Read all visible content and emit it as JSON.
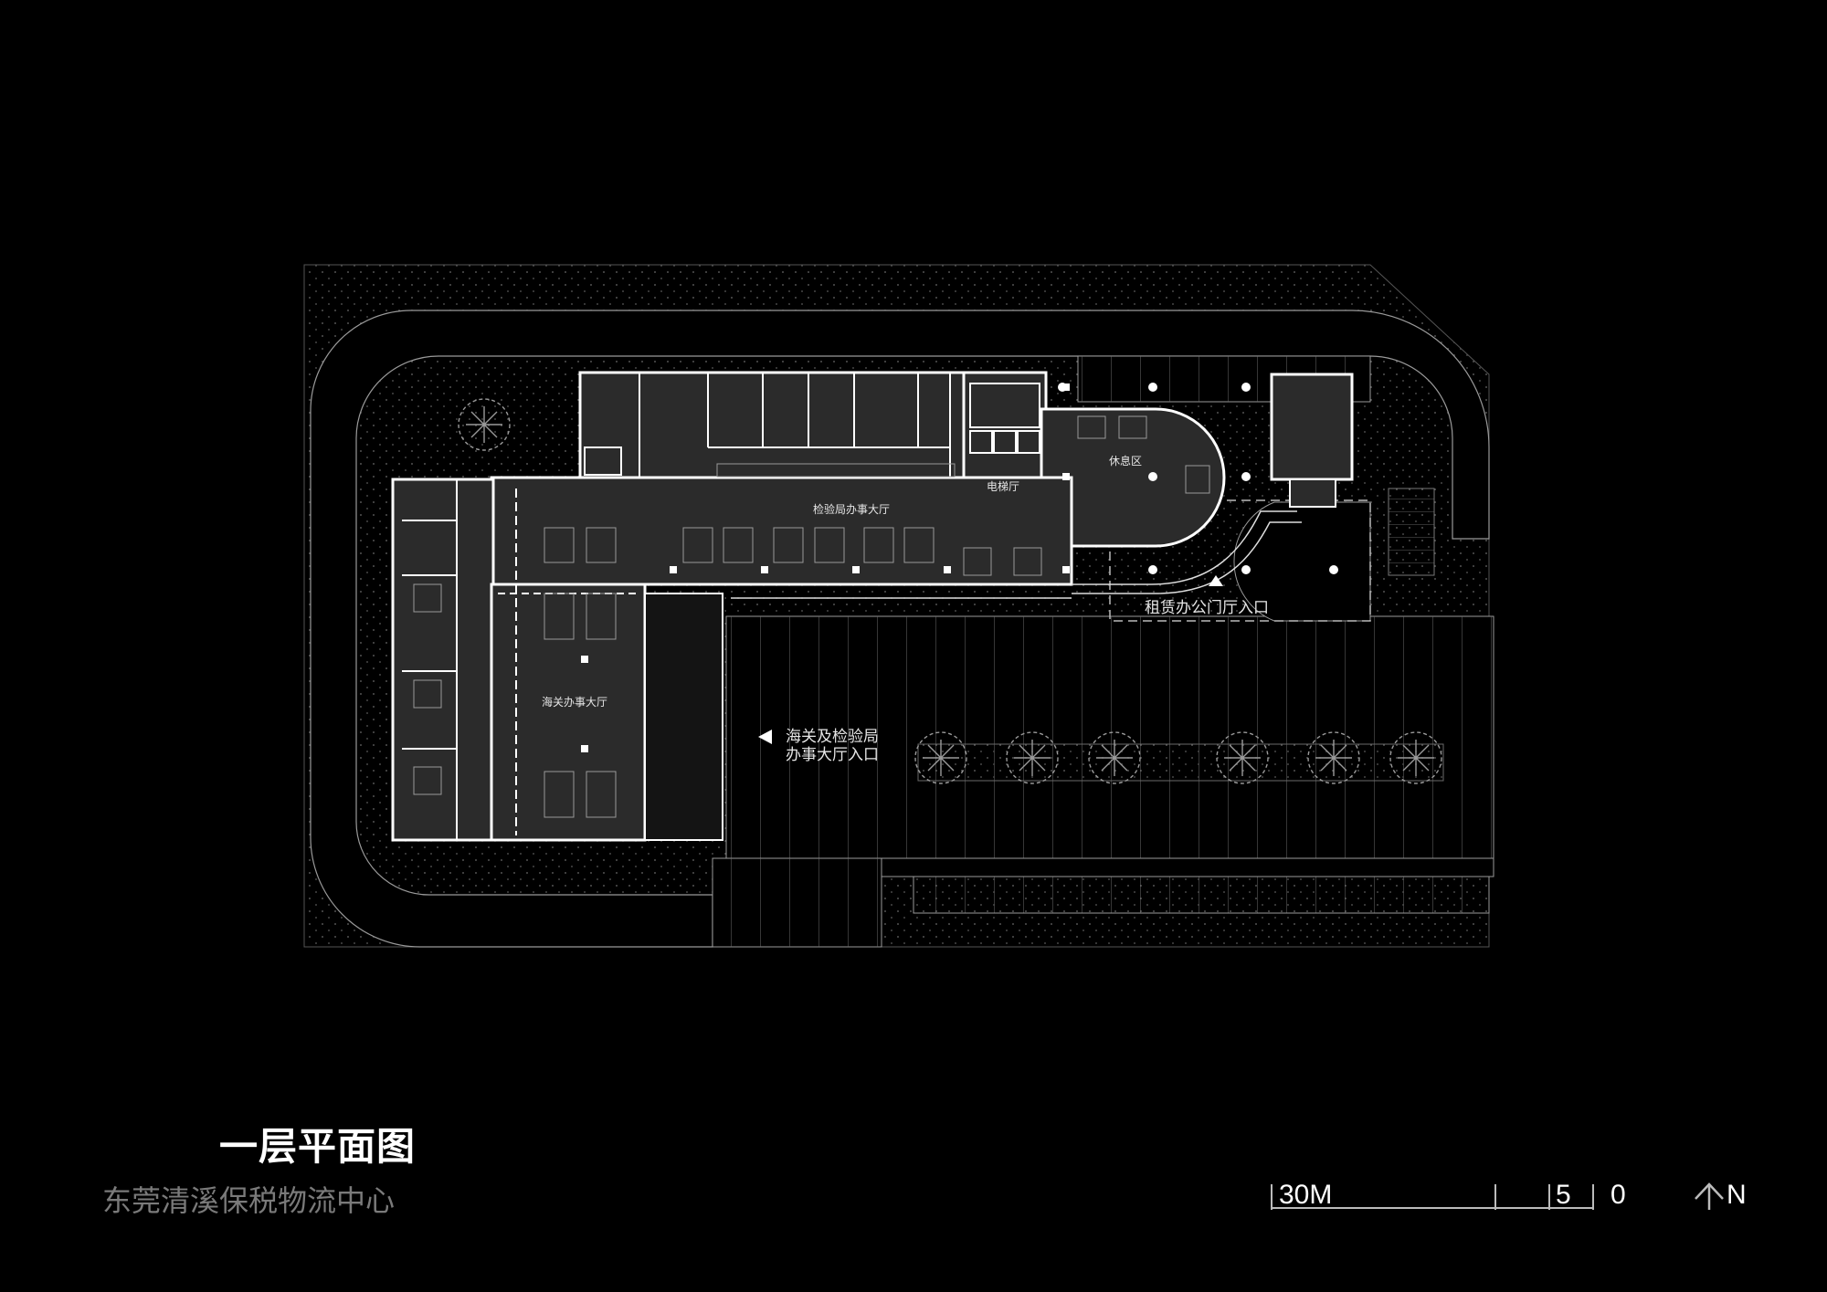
{
  "title": "一层平面图",
  "subtitle": "东莞清溪保税物流中心",
  "rooms": {
    "inspection_hall": "检验局办事大厅",
    "customs_hall": "海关办事大厅",
    "elevator_hall": "电梯厅",
    "rest_area": "休息区"
  },
  "entrances": {
    "rental_entrance": "租赁办公门厅入口",
    "main_entrance_line1": "海关及检验局",
    "main_entrance_line2": "办事大厅入口"
  },
  "scale_bar": {
    "label_30": "30M",
    "label_5": "5",
    "label_0": "0"
  },
  "north_label": "N",
  "colors": {
    "background": "#000000",
    "building": "#2b2b2b",
    "walls": "#ffffff",
    "site_lines": "#bdbdbd",
    "subtitle": "#7a7a7a"
  }
}
